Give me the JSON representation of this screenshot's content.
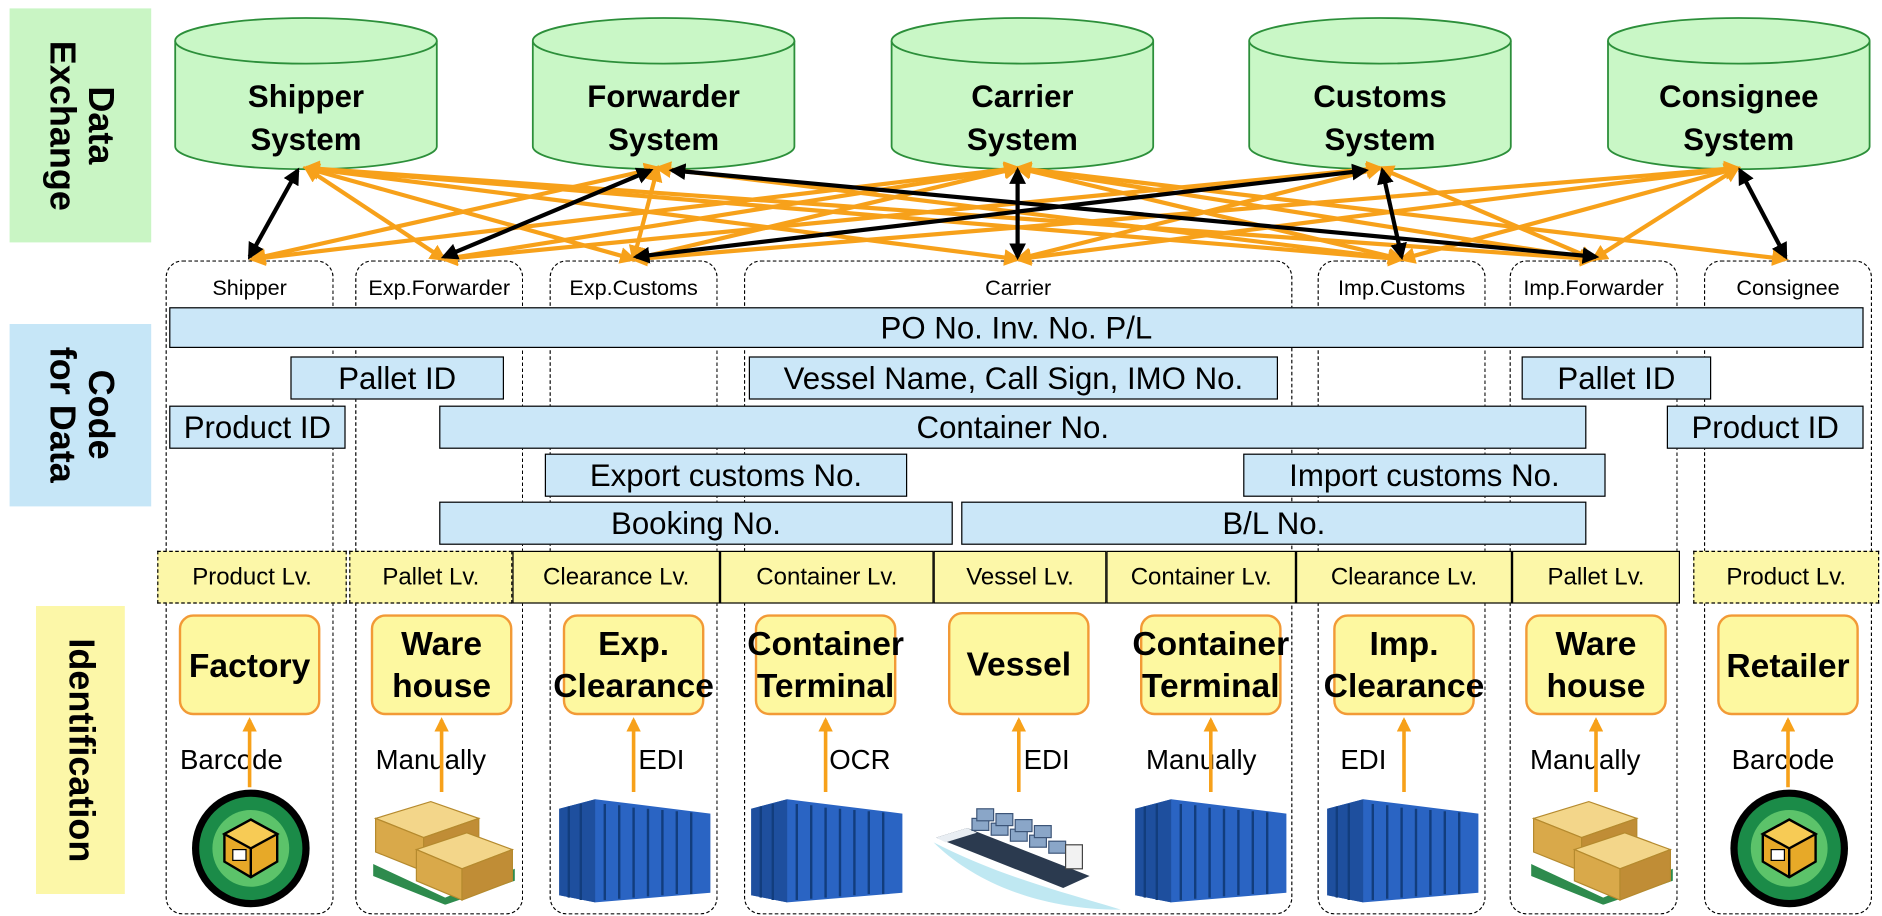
{
  "sections": {
    "data_exchange": "Data\nExchange",
    "code_for_data": "Code\nfor Data",
    "identification": "Identification"
  },
  "systems": {
    "shipper": "Shipper\nSystem",
    "forwarder": "Forwarder\nSystem",
    "carrier": "Carrier\nSystem",
    "customs": "Customs\nSystem",
    "consignee": "Consignee\nSystem"
  },
  "parties": {
    "shipper": "Shipper",
    "exp_forwarder": "Exp.Forwarder",
    "exp_customs": "Exp.Customs",
    "carrier": "Carrier",
    "imp_customs": "Imp.Customs",
    "imp_forwarder": "Imp.Forwarder",
    "consignee": "Consignee"
  },
  "codes": {
    "po_inv_pl": "PO No. Inv. No.  P/L",
    "pallet_id_left": "Pallet ID",
    "vessel_info": "Vessel Name, Call Sign, IMO No.",
    "pallet_id_right": "Pallet ID",
    "product_id_left": "Product ID",
    "container_no": "Container No.",
    "product_id_right": "Product ID",
    "export_customs_no": "Export customs No.",
    "import_customs_no": "Import customs No.",
    "booking_no": "Booking No.",
    "bl_no": "B/L No."
  },
  "levels": {
    "product_left": "Product Lv.",
    "pallet_left": "Pallet  Lv.",
    "clearance_left": "Clearance Lv.",
    "container_left": "Container Lv.",
    "vessel": "Vessel Lv.",
    "container_right": "Container Lv.",
    "clearance_right": "Clearance Lv.",
    "pallet_right": "Pallet  Lv.",
    "product_right": "Product Lv."
  },
  "nodes": {
    "factory": "Factory",
    "warehouse_left": "Ware\nhouse",
    "exp_clearance": "Exp.\nClearance",
    "container_terminal_left": "Container\nTerminal",
    "vessel": "Vessel",
    "container_terminal_right": "Container\nTerminal",
    "imp_clearance": "Imp.\nClearance",
    "warehouse_right": "Ware\nhouse",
    "retailer": "Retailer"
  },
  "methods": {
    "factory": "Barcode",
    "warehouse_left": "Manually",
    "exp_clearance": "EDI",
    "container_terminal_left": "OCR",
    "vessel": "EDI",
    "container_terminal_right": "Manually",
    "imp_clearance": "EDI",
    "warehouse_right": "Manually",
    "retailer": "Barcode"
  },
  "colors": {
    "data_exchange_bg": "#c9f5c4",
    "code_bg": "#c6e6f7",
    "identification_bg": "#fcf7a8",
    "system_fill": "#c9f7c6",
    "code_bar": "#cbe7f8",
    "level_fill": "#fcf7a8",
    "node_fill": "#fdf8a0",
    "orange_link": "#f7a11a",
    "black_link": "#000000",
    "container_blue": "#2a64c3"
  }
}
